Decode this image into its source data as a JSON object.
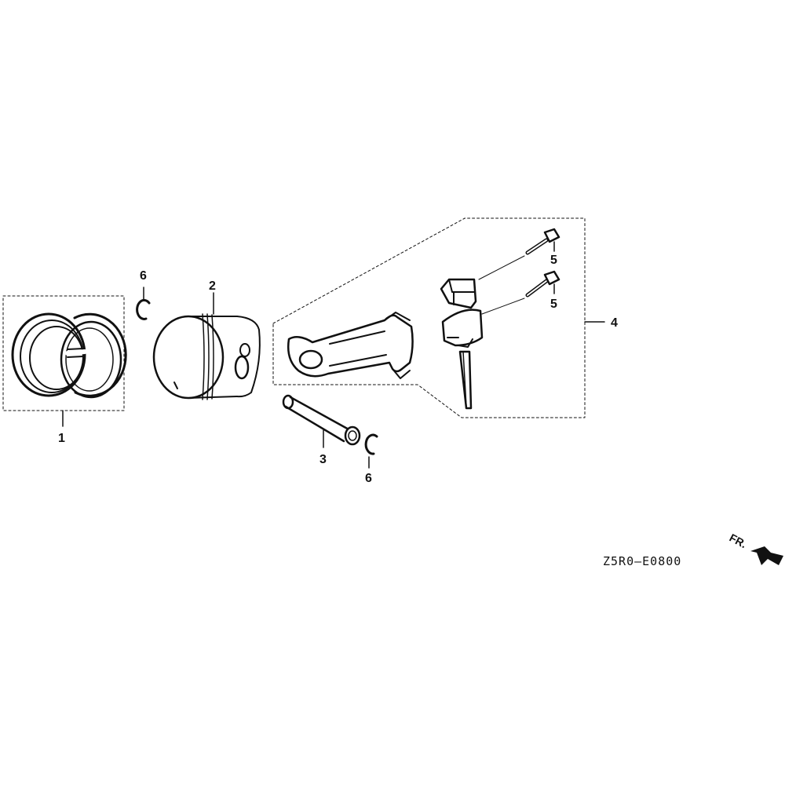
{
  "diagram": {
    "callouts": {
      "piston_rings": "1",
      "piston": "2",
      "piston_pin": "3",
      "connecting_rod_assembly": "4",
      "rod_bolt_upper": "5",
      "rod_bolt_lower": "5",
      "clip_upper": "6",
      "clip_lower": "6"
    },
    "diagram_code": "Z5R0—E0800",
    "direction_label": "FR.",
    "colors": {
      "line": "#111111",
      "background": "#ffffff"
    }
  }
}
